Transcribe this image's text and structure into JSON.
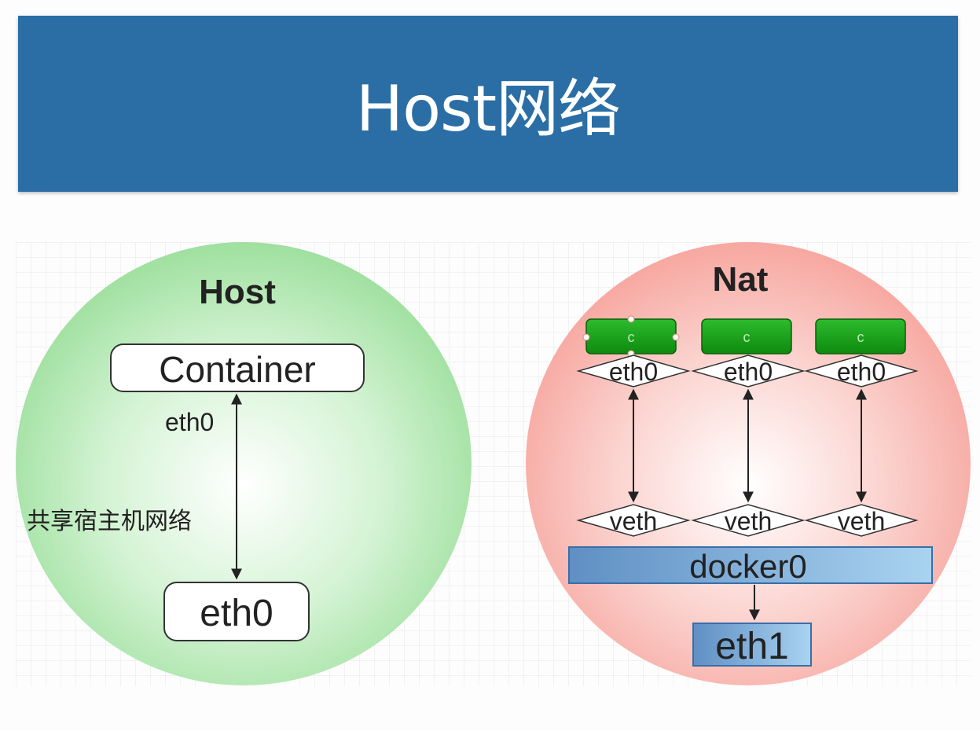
{
  "slide": {
    "title": "Host网络",
    "title_bg": "#2a6ea5"
  },
  "host_panel": {
    "title": "Host",
    "container_label": "Container",
    "container_iface": "eth0",
    "share_label": "共享宿主机网络",
    "host_iface": "eth0",
    "color": "#9fe09f"
  },
  "nat_panel": {
    "title": "Nat",
    "containers": [
      {
        "label": "c",
        "eth": "eth0",
        "veth": "veth"
      },
      {
        "label": "c",
        "eth": "eth0",
        "veth": "veth"
      },
      {
        "label": "c",
        "eth": "eth0",
        "veth": "veth"
      }
    ],
    "bridge_label": "docker0",
    "out_iface": "eth1",
    "color": "#f7a7a0",
    "container_color": "#1a9a1a",
    "bridge_color": "#7fb3df"
  }
}
